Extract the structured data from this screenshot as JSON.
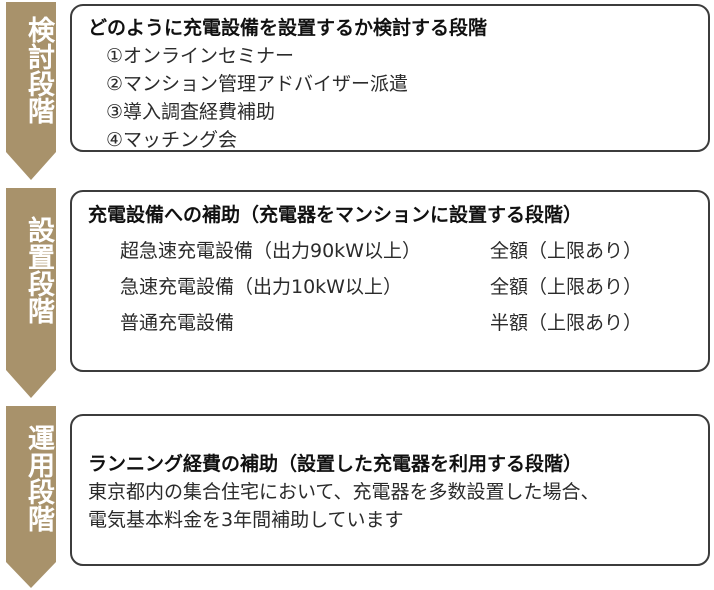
{
  "colors": {
    "stage_fill": "#a8926b",
    "box_border": "#3c3c3c"
  },
  "stages": [
    {
      "label": "検討段階",
      "title": "どのように充電設備を設置するか検討する段階",
      "items": [
        "①オンラインセミナー",
        "②マンション管理アドバイザー派遣",
        "③導入調査経費補助",
        "④マッチング会"
      ]
    },
    {
      "label": "設置段階",
      "title": "充電設備への補助（充電器をマンションに設置する段階）",
      "rows": [
        {
          "item": "超急速充電設備（出力90kW以上）",
          "amount": "全額（上限あり）"
        },
        {
          "item": "急速充電設備（出力10kW以上）",
          "amount": "全額（上限あり）"
        },
        {
          "item": "普通充電設備",
          "amount": "半額（上限あり）"
        }
      ]
    },
    {
      "label": "運用段階",
      "title": "ランニング経費の補助（設置した充電器を利用する段階）",
      "lines": [
        "東京都内の集合住宅において、充電器を多数設置した場合、",
        "電気基本料金を3年間補助しています"
      ]
    }
  ]
}
